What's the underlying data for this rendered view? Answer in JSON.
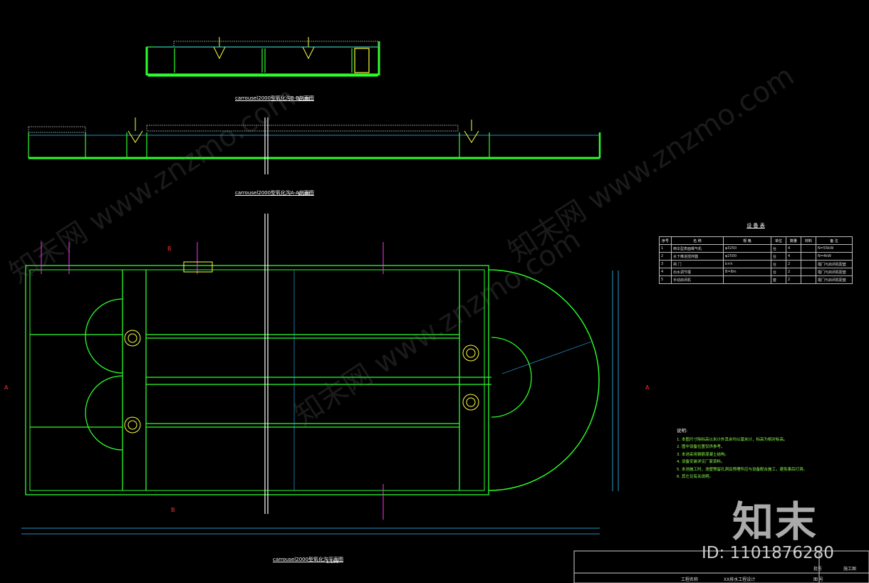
{
  "drawing": {
    "section_bb_title": "carrousel2000型氧化沟B-B剖面图",
    "section_bb_scale": "1:100",
    "section_aa_title": "carrousel2000型氧化沟A-A剖面图",
    "section_aa_scale": "1:100",
    "plan_title": "carrousel2000型氧化沟平面图",
    "plan_scale": "1:100",
    "section_mark_a": "A",
    "section_mark_b": "B"
  },
  "legend": {
    "title": "设 备 表",
    "headers": [
      "序号",
      "名 称",
      "规 格",
      "单位",
      "数量",
      "材料",
      "备 注"
    ],
    "rows": [
      [
        "1",
        "倒伞型表面曝气机",
        "φ3250",
        "台",
        "4",
        "",
        "N=55kW"
      ],
      [
        "2",
        "水下推进搅拌器",
        "φ2500",
        "台",
        "4",
        "",
        "N=4kW"
      ],
      [
        "3",
        "闸 门",
        "b×h",
        "台",
        "2",
        "",
        "堰门与启闭机配套"
      ],
      [
        "4",
        "出水调节堰",
        "B=8m",
        "台",
        "2",
        "",
        "堰门与启闭机配套"
      ],
      [
        "5",
        "手动启闭机",
        "",
        "套",
        "2",
        "",
        "堰门与启闭机配套"
      ]
    ]
  },
  "notes": {
    "title": "说明:",
    "items": [
      "1. 本图尺寸除标高以米计外其余均以毫米计，标高为相对标高。",
      "2. 图中设备位置仅供参考。",
      "3. 本池采用钢筋混凝土结构。",
      "4. 设备安装详见厂家资料。",
      "5. 本池施工时，池壁预留孔洞及预埋件应与设备配合施工，避免事后打洞。",
      "6. 其它见有关说明。"
    ]
  },
  "title_block": {
    "project_label": "工程名称",
    "project_name": "XX排水工程设计",
    "drawing_no_label": "图 号",
    "stage_label": "施工图",
    "stage_value": "批号"
  },
  "watermark": {
    "logo_text": "知末",
    "id_text": "ID: 1101876280",
    "site_text": "知末网 www.znzmo.com"
  }
}
